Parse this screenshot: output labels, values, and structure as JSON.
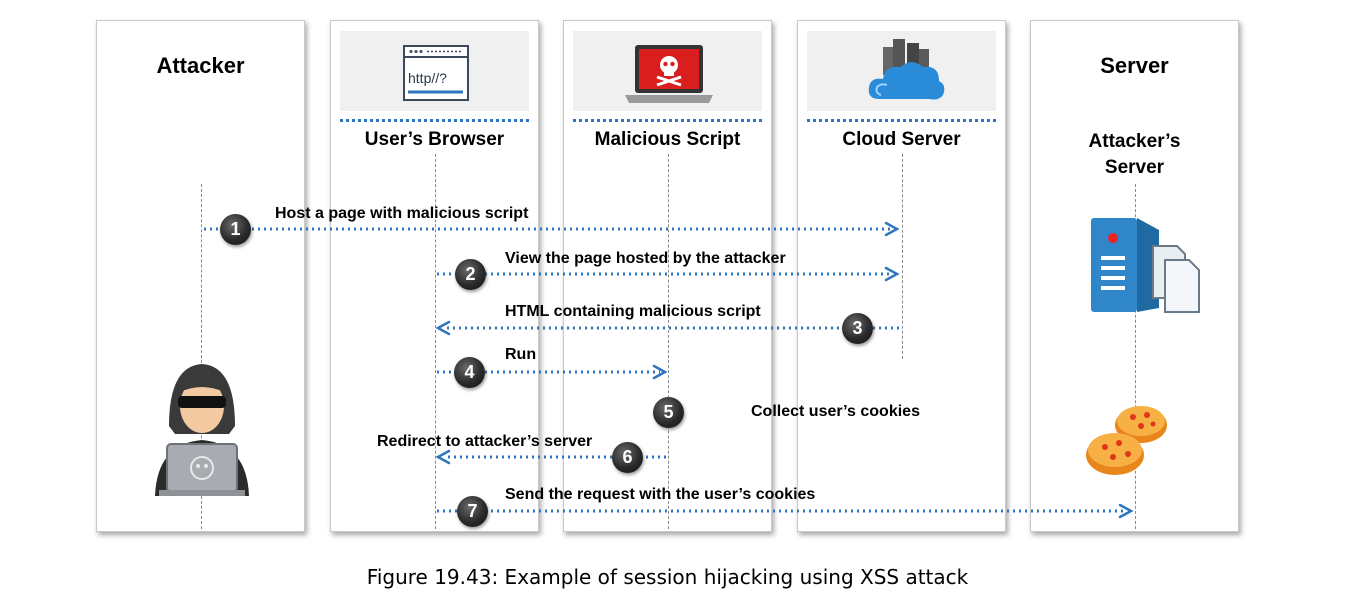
{
  "columns": {
    "attacker": {
      "title": "Attacker"
    },
    "browser": {
      "label": "User’s Browser",
      "icon": "browser-window-icon",
      "icon_text": "http//?"
    },
    "script": {
      "label": "Malicious Script",
      "icon": "laptop-skull-icon"
    },
    "cloud": {
      "label": "Cloud Server",
      "icon": "cloud-servers-icon"
    },
    "server": {
      "title": "Server",
      "label_line1": "Attacker’s",
      "label_line2": "Server",
      "icon": "server-documents-icon"
    }
  },
  "steps": [
    {
      "num": "1",
      "text": "Host a page with malicious script"
    },
    {
      "num": "2",
      "text": "View the page hosted by the attacker"
    },
    {
      "num": "3",
      "text": "HTML containing malicious script"
    },
    {
      "num": "4",
      "text": "Run"
    },
    {
      "num": "5",
      "text": "Collect user’s cookies"
    },
    {
      "num": "6",
      "text": "Redirect to attacker’s server"
    },
    {
      "num": "7",
      "text": "Send the request with the user’s cookies"
    }
  ],
  "caption": "Figure 19.43: Example of session hijacking using XSS attack",
  "colors": {
    "arrow": "#2f74c0",
    "step_circle": "#222222",
    "cookie": "#e8861c"
  }
}
